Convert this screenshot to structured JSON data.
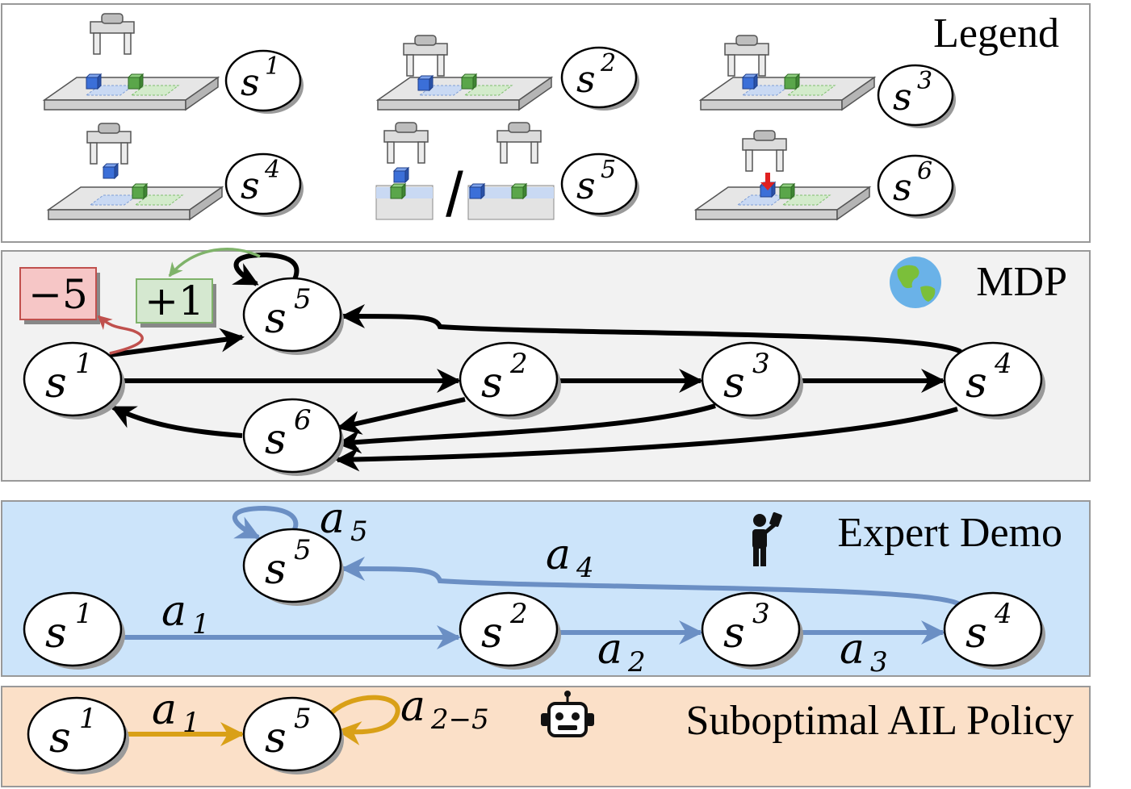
{
  "legend": {
    "title": "Legend",
    "states": [
      {
        "id": "s1",
        "base": "s",
        "sup": "1"
      },
      {
        "id": "s2",
        "base": "s",
        "sup": "2"
      },
      {
        "id": "s3",
        "base": "s",
        "sup": "3"
      },
      {
        "id": "s4",
        "base": "s",
        "sup": "4"
      },
      {
        "id": "s5",
        "base": "s",
        "sup": "5"
      },
      {
        "id": "s6",
        "base": "s",
        "sup": "6"
      }
    ],
    "separator": "/"
  },
  "mdp": {
    "title": "MDP",
    "icon": "globe-icon",
    "reward_negative": "−5",
    "reward_positive": "+1",
    "edges": [
      [
        "s1",
        "s5"
      ],
      [
        "s1",
        "s2"
      ],
      [
        "s2",
        "s3"
      ],
      [
        "s3",
        "s4"
      ],
      [
        "s4",
        "s5"
      ],
      [
        "s5",
        "s5"
      ],
      [
        "s2",
        "s6"
      ],
      [
        "s3",
        "s6"
      ],
      [
        "s4",
        "s6"
      ],
      [
        "s6",
        "s1"
      ]
    ]
  },
  "expert": {
    "title": "Expert Demo",
    "icon": "person-icon",
    "actions": [
      {
        "base": "a",
        "sub": "1"
      },
      {
        "base": "a",
        "sub": "2"
      },
      {
        "base": "a",
        "sub": "3"
      },
      {
        "base": "a",
        "sub": "4"
      },
      {
        "base": "a",
        "sub": "5"
      }
    ]
  },
  "policy": {
    "title": "Suboptimal AIL Policy",
    "icon": "robot-icon",
    "actions": [
      {
        "base": "a",
        "sub": "1"
      },
      {
        "base": "a",
        "sub": "2−5"
      }
    ]
  },
  "colors": {
    "mdp_bg": "#f2f2f2",
    "expert_bg": "#cce4fa",
    "policy_bg": "#fbe0c8",
    "expert_arrow": "#6b8fc4",
    "policy_arrow": "#d9a017",
    "reward_negative_bg": "#f6c6c6",
    "reward_positive_bg": "#d5e8d0",
    "cube_blue": "#3b6fd8",
    "cube_green": "#5aa64a"
  }
}
